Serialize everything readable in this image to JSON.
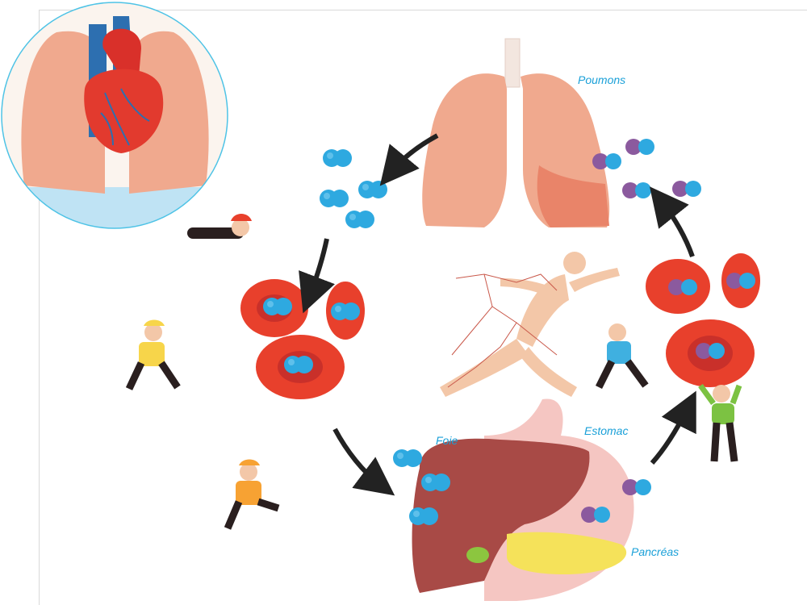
{
  "labels": {
    "lungs": "Poumons",
    "liver": "Foie",
    "stomach": "Estomac",
    "pancreas": "Pancréas"
  },
  "colors": {
    "label": "#1aa0d8",
    "oxygen": "#2ea9e0",
    "co2": "#8b5a9e",
    "red_cell": "#e8402c",
    "lung": "#f0a98e",
    "liver": "#a84a46",
    "stomach": "#f5c6c2",
    "pancreas": "#f5e25a",
    "heart": "#e23a2e",
    "vein": "#2d6fb0",
    "arrow": "#222222",
    "inset_border": "#4ec3e6"
  },
  "icons": [
    "oxygen-molecule-icon",
    "co2-molecule-icon",
    "red-blood-cell-icon",
    "cycle-arrow-icon"
  ]
}
